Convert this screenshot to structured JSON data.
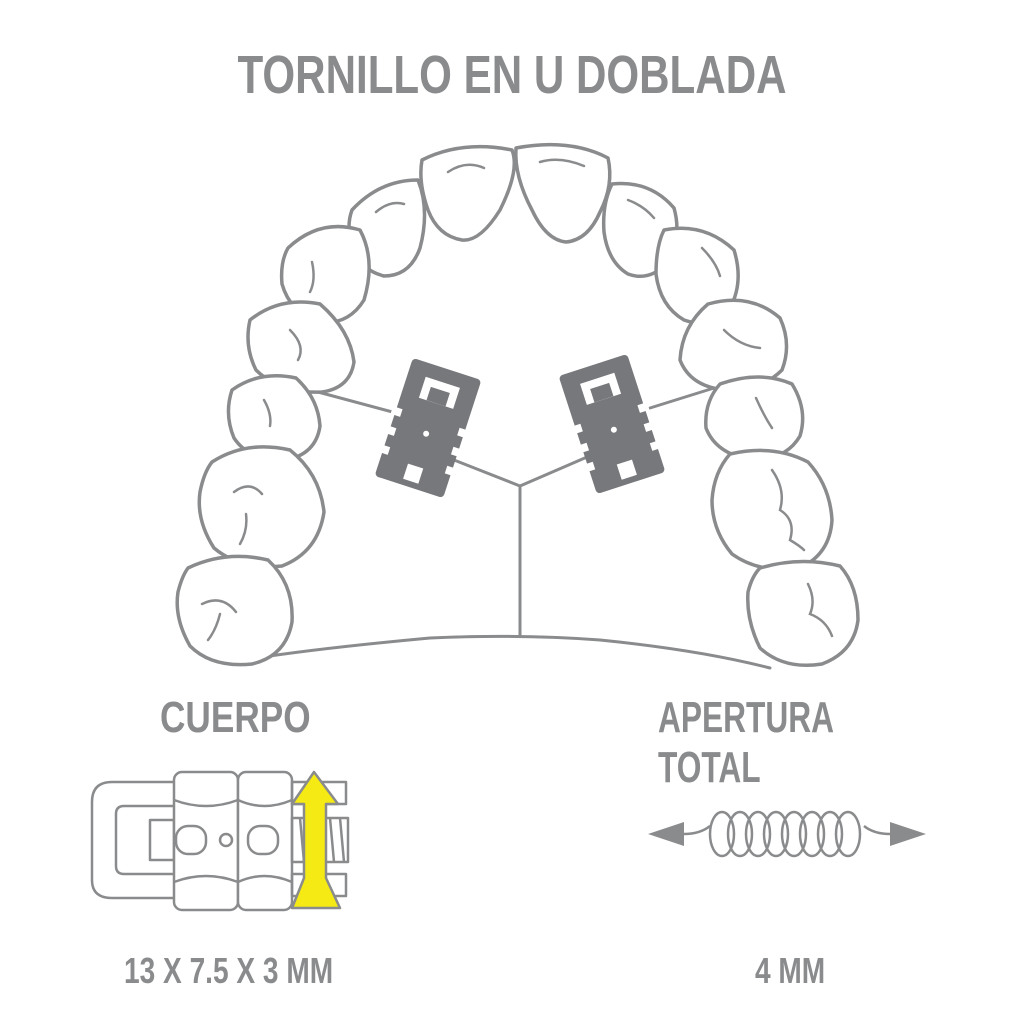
{
  "title": "TORNILLO EN U DOBLADA",
  "body_label": "CUERPO",
  "opening_label": "APERTURA TOTAL",
  "body_dimensions": "13 X 7.5 X 3 MM",
  "opening_value": "4 MM",
  "colors": {
    "text": "#8a8b8d",
    "outline": "#8a8b8d",
    "screw_fill": "#77787b",
    "arrow": "#f5ea14"
  }
}
